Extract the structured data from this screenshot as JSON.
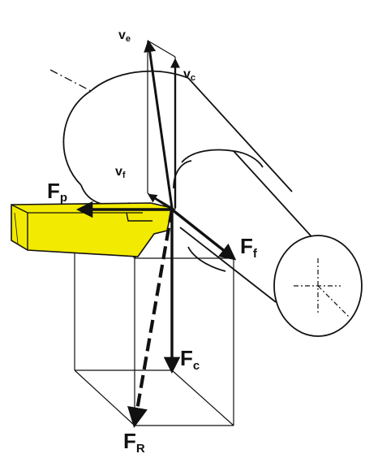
{
  "labels": {
    "fp": {
      "main": "F",
      "sub": "p"
    },
    "ff": {
      "main": "F",
      "sub": "f"
    },
    "fc": {
      "main": "F",
      "sub": "c"
    },
    "fr": {
      "main": "F",
      "sub": "R"
    },
    "ve": {
      "main": "v",
      "sub": "e"
    },
    "vc": {
      "main": "v",
      "sub": "c"
    },
    "vf": {
      "main": "v",
      "sub": "f"
    }
  },
  "colors": {
    "tool": "#f2ea00",
    "ink": "#111111"
  }
}
